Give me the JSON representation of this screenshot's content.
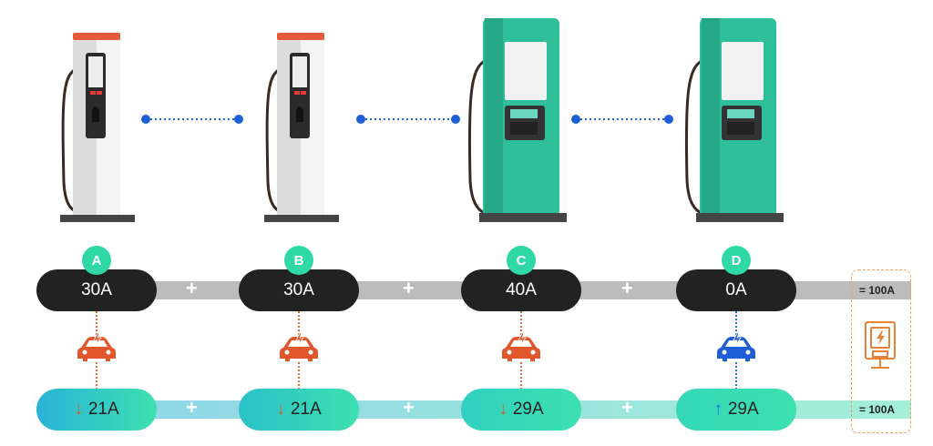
{
  "chargers": [
    {
      "id": "A",
      "top_current": "30A",
      "bottom_arrow": "↓",
      "bottom_current": "21A",
      "color": "#d8d8d8",
      "accent": "#e55a3a",
      "car_color": "#e2562c"
    },
    {
      "id": "B",
      "top_current": "30A",
      "bottom_arrow": "↓",
      "bottom_current": "21A",
      "color": "#d8d8d8",
      "accent": "#e55a3a",
      "car_color": "#e2562c"
    },
    {
      "id": "C",
      "top_current": "40A",
      "bottom_arrow": "↓",
      "bottom_current": "29A",
      "color": "#2ebf9a",
      "accent": "#2ebf9a",
      "car_color": "#e2562c"
    },
    {
      "id": "D",
      "top_current": "0A",
      "bottom_arrow": "↑",
      "bottom_current": "29A",
      "color": "#2ebf9a",
      "accent": "#2ebf9a",
      "car_color": "#1f5fd6"
    }
  ],
  "plus_sign": "+",
  "top_total": "= 100A",
  "bottom_total": "= 100A",
  "colors": {
    "dark_pill": "#222222",
    "badge": "#2fd8a6",
    "top_band": "#bcbcbc",
    "bottom_band_start": "#8fd6e6",
    "bottom_band_end": "#a4efd8",
    "dotted_link": "#1f5fd6",
    "panel_border": "#f0a060",
    "arrow_down": "#e8562a",
    "arrow_up": "#1f6fe0"
  },
  "icons": [
    "charger-icon",
    "car-icon",
    "lightning-icon",
    "electric-panel-icon"
  ]
}
